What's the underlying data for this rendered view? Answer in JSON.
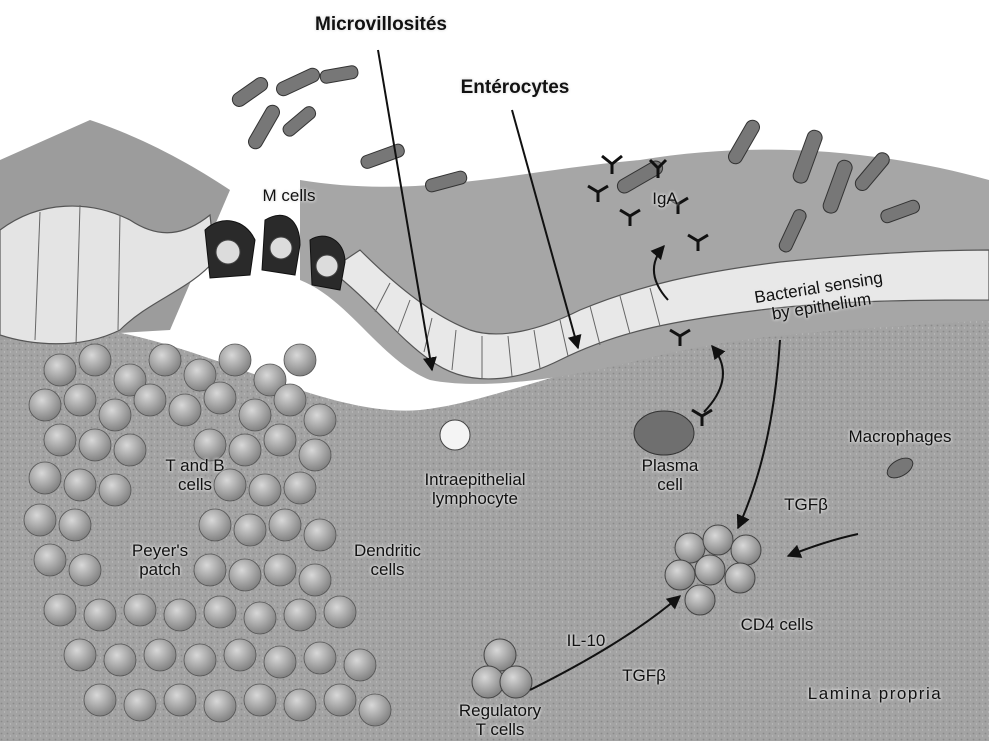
{
  "labels": {
    "microvillosites": "Microvillosités",
    "enterocytes": "Entérocytes",
    "m_cells": "M cells",
    "iga": "IgA",
    "bacterial_sensing": "Bacterial sensing\nby epithelium",
    "macrophages": "Macrophages",
    "t_and_b_cells": "T and B\ncells",
    "intraepithelial_lymphocyte": "Intraepithelial\nlymphocyte",
    "plasma_cell": "Plasma\ncell",
    "tgfb_macrophage": "TGFβ",
    "peyers_patch": "Peyer's\npatch",
    "dendritic_cells": "Dendritic\ncells",
    "cd4_cells": "CD4 cells",
    "il10": "IL-10",
    "tgfb_regulatory": "TGFβ",
    "lamina_propria": "Lamina propria",
    "regulatory_t_cells": "Regulatory\nT cells"
  },
  "colors": {
    "tissue": "#9a9a9a",
    "epithelium": "#e8e8e8",
    "dark_cell": "#6f6f6f",
    "arrow": "#111111"
  }
}
